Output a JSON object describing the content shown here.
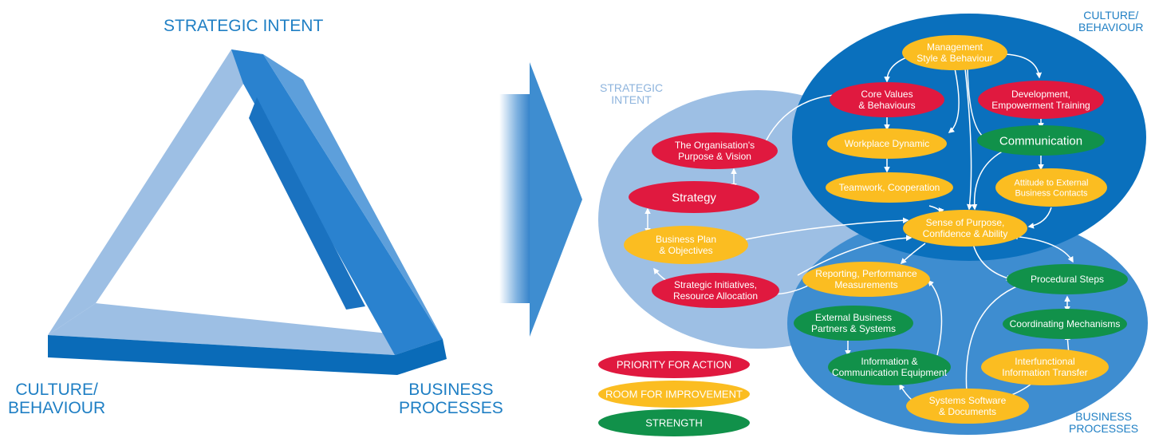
{
  "left": {
    "strategic_intent": "STRATEGIC INTENT",
    "culture_line1": "CULTURE/",
    "culture_line2": "BEHAVIOUR",
    "business_line1": "BUSINESS",
    "business_line2": "PROCESSES"
  },
  "right": {
    "strategic_intent_line1": "STRATEGIC",
    "strategic_intent_line2": "INTENT",
    "culture_line1": "CULTURE/",
    "culture_line2": "BEHAVIOUR",
    "business_line1": "BUSINESS",
    "business_line2": "PROCESSES"
  },
  "colors": {
    "red": "#e0193f",
    "yellow": "#fbbd21",
    "green": "#11914a",
    "dark_blue": "#0a70bd",
    "mid_blue": "#3e8dd0",
    "light_blue": "#9dbfe4"
  },
  "nodes": [
    {
      "id": "mgmt",
      "lines": [
        "Management",
        "Style & Behaviour"
      ],
      "color": "yellow"
    },
    {
      "id": "core",
      "lines": [
        "Core Values",
        "& Behaviours"
      ],
      "color": "red"
    },
    {
      "id": "dev",
      "lines": [
        "Development,",
        "Empowerment Training"
      ],
      "color": "red"
    },
    {
      "id": "workplace",
      "lines": [
        "Workplace Dynamic"
      ],
      "color": "yellow"
    },
    {
      "id": "comm",
      "lines": [
        "Communication"
      ],
      "color": "green"
    },
    {
      "id": "org",
      "lines": [
        "The Organisation's",
        "Purpose & Vision"
      ],
      "color": "red"
    },
    {
      "id": "teamwork",
      "lines": [
        "Teamwork, Cooperation"
      ],
      "color": "yellow"
    },
    {
      "id": "attitude",
      "lines": [
        "Attitude to External",
        "Business Contacts"
      ],
      "color": "yellow"
    },
    {
      "id": "strategy",
      "lines": [
        "Strategy"
      ],
      "color": "red"
    },
    {
      "id": "sense",
      "lines": [
        "Sense of Purpose,",
        "Confidence & Ability"
      ],
      "color": "yellow"
    },
    {
      "id": "bizplan",
      "lines": [
        "Business Plan",
        "& Objectives"
      ],
      "color": "yellow"
    },
    {
      "id": "reporting",
      "lines": [
        "Reporting, Performance",
        "Measurements"
      ],
      "color": "yellow"
    },
    {
      "id": "procedural",
      "lines": [
        "Procedural Steps"
      ],
      "color": "green"
    },
    {
      "id": "initiatives",
      "lines": [
        "Strategic Initiatives,",
        "Resource Allocation"
      ],
      "color": "red"
    },
    {
      "id": "extpartners",
      "lines": [
        "External Business",
        "Partners & Systems"
      ],
      "color": "green"
    },
    {
      "id": "coordinating",
      "lines": [
        "Coordinating Mechanisms"
      ],
      "color": "green"
    },
    {
      "id": "infocomm",
      "lines": [
        "Information &",
        "Communication Equipment"
      ],
      "color": "green"
    },
    {
      "id": "interfunctional",
      "lines": [
        "Interfunctional",
        "Information Transfer"
      ],
      "color": "yellow"
    },
    {
      "id": "syssoft",
      "lines": [
        "Systems Software",
        "& Documents"
      ],
      "color": "yellow"
    }
  ],
  "legend": [
    {
      "label": "PRIORITY FOR ACTION",
      "color": "red"
    },
    {
      "label": "ROOM FOR IMPROVEMENT",
      "color": "yellow"
    },
    {
      "label": "STRENGTH",
      "color": "green"
    }
  ]
}
